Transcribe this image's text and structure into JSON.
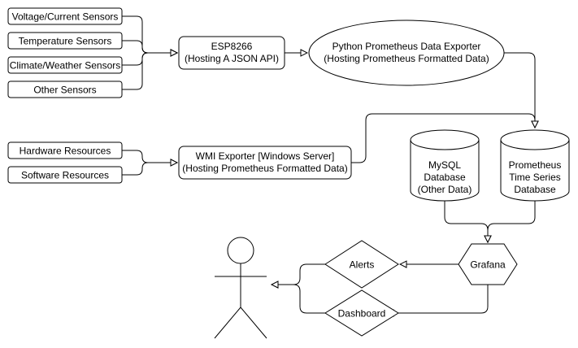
{
  "diagram": {
    "sensors": [
      "Voltage/Current Sensors",
      "Temperature Sensors",
      "Climate/Weather Sensors",
      "Other Sensors"
    ],
    "resources": [
      "Hardware Resources",
      "Software Resources"
    ],
    "esp8266": {
      "title": "ESP8266",
      "subtitle": "(Hosting A JSON API)"
    },
    "python_exporter": {
      "title": "Python Prometheus Data Exporter",
      "subtitle": "(Hosting Prometheus Formatted Data)"
    },
    "wmi_exporter": {
      "title": "WMI Exporter [Windows Server]",
      "subtitle": "(Hosting Prometheus Formatted Data)"
    },
    "mysql": {
      "lines": [
        "MySQL",
        "Database",
        "(Other Data)"
      ]
    },
    "prometheus_db": {
      "lines": [
        "Prometheus",
        "Time Series",
        "Database"
      ]
    },
    "grafana": "Grafana",
    "alerts": "Alerts",
    "dashboard": "Dashboard"
  }
}
